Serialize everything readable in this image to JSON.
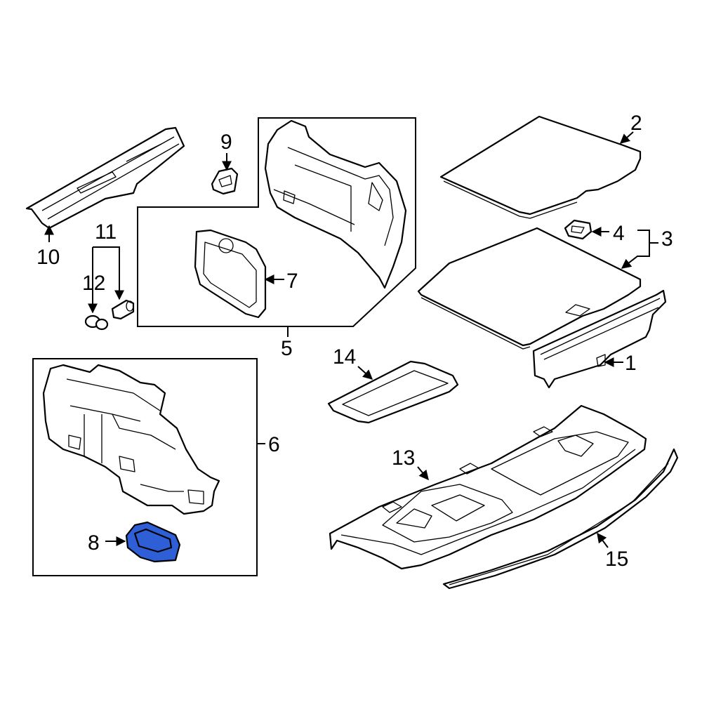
{
  "callouts": {
    "c1": "1",
    "c2": "2",
    "c3": "3",
    "c4": "4",
    "c5": "5",
    "c6": "6",
    "c7": "7",
    "c8": "8",
    "c9": "9",
    "c10": "10",
    "c11": "11",
    "c12": "12",
    "c13": "13",
    "c14": "14",
    "c15": "15"
  },
  "colors": {
    "highlight_part": "#2f5fd6",
    "line": "#000000",
    "background": "#ffffff"
  },
  "highlighted_callout": "8"
}
